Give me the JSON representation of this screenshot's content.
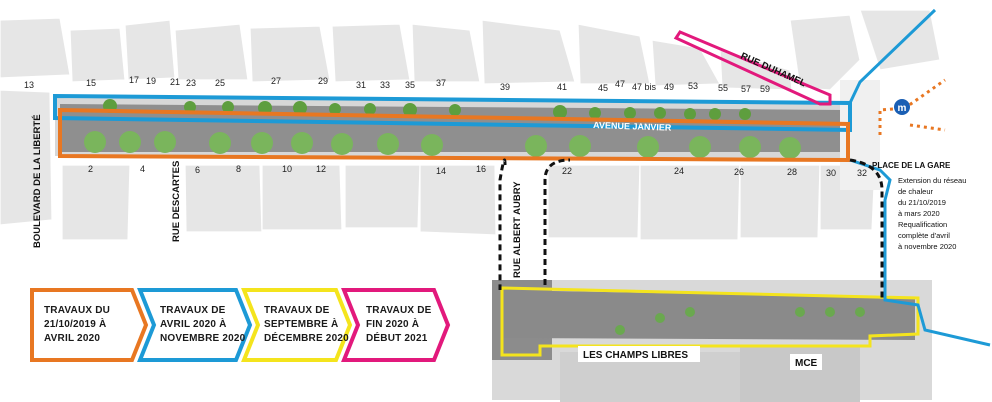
{
  "colors": {
    "orange": "#e87722",
    "blue": "#1d9ad6",
    "yellow": "#f4e41d",
    "magenta": "#e2197c",
    "tree": "#6aa84f",
    "building": "#e4e4e4",
    "road": "#8a8a8a"
  },
  "house_numbers_north": [
    "13",
    "15",
    "17",
    "19",
    "21",
    "23",
    "25",
    "27",
    "29",
    "31",
    "33",
    "35",
    "37",
    "39",
    "41",
    "45",
    "47",
    "47 bis",
    "49",
    "53",
    "55",
    "57",
    "59"
  ],
  "house_numbers_south": [
    "2",
    "4",
    "6",
    "8",
    "10",
    "12",
    "14",
    "16",
    "22",
    "24",
    "26",
    "28",
    "30",
    "32"
  ],
  "streets": {
    "boulevard": "BOULEVARD DE LA LIBERTÉ",
    "descartes": "RUE DESCARTES",
    "aubry": "RUE ALBERT AUBRY",
    "duhamel": "RUE DUHAMEL",
    "janvier": "AVENUE JANVIER"
  },
  "places": {
    "gare_title": "PLACE DE LA GARE",
    "gare_note": [
      "Extension du réseau",
      "de chaleur",
      "du 21/10/2019",
      "à mars 2020",
      "Requalification",
      "complète d'avril",
      "à novembre 2020"
    ],
    "champs_libres": "LES CHAMPS LIBRES",
    "mce": "MCE",
    "metro_icon": "metro-icon"
  },
  "legend": [
    {
      "color": "#e87722",
      "lines": [
        "TRAVAUX DU",
        "21/10/2019 À",
        "AVRIL 2020"
      ]
    },
    {
      "color": "#1d9ad6",
      "lines": [
        "TRAVAUX DE",
        "AVRIL 2020 À",
        "NOVEMBRE 2020"
      ]
    },
    {
      "color": "#f4e41d",
      "lines": [
        "TRAVAUX DE",
        "SEPTEMBRE À",
        "DÉCEMBRE 2020"
      ]
    },
    {
      "color": "#e2197c",
      "lines": [
        "TRAVAUX DE",
        "FIN 2020 À",
        "DÉBUT 2021"
      ]
    }
  ]
}
